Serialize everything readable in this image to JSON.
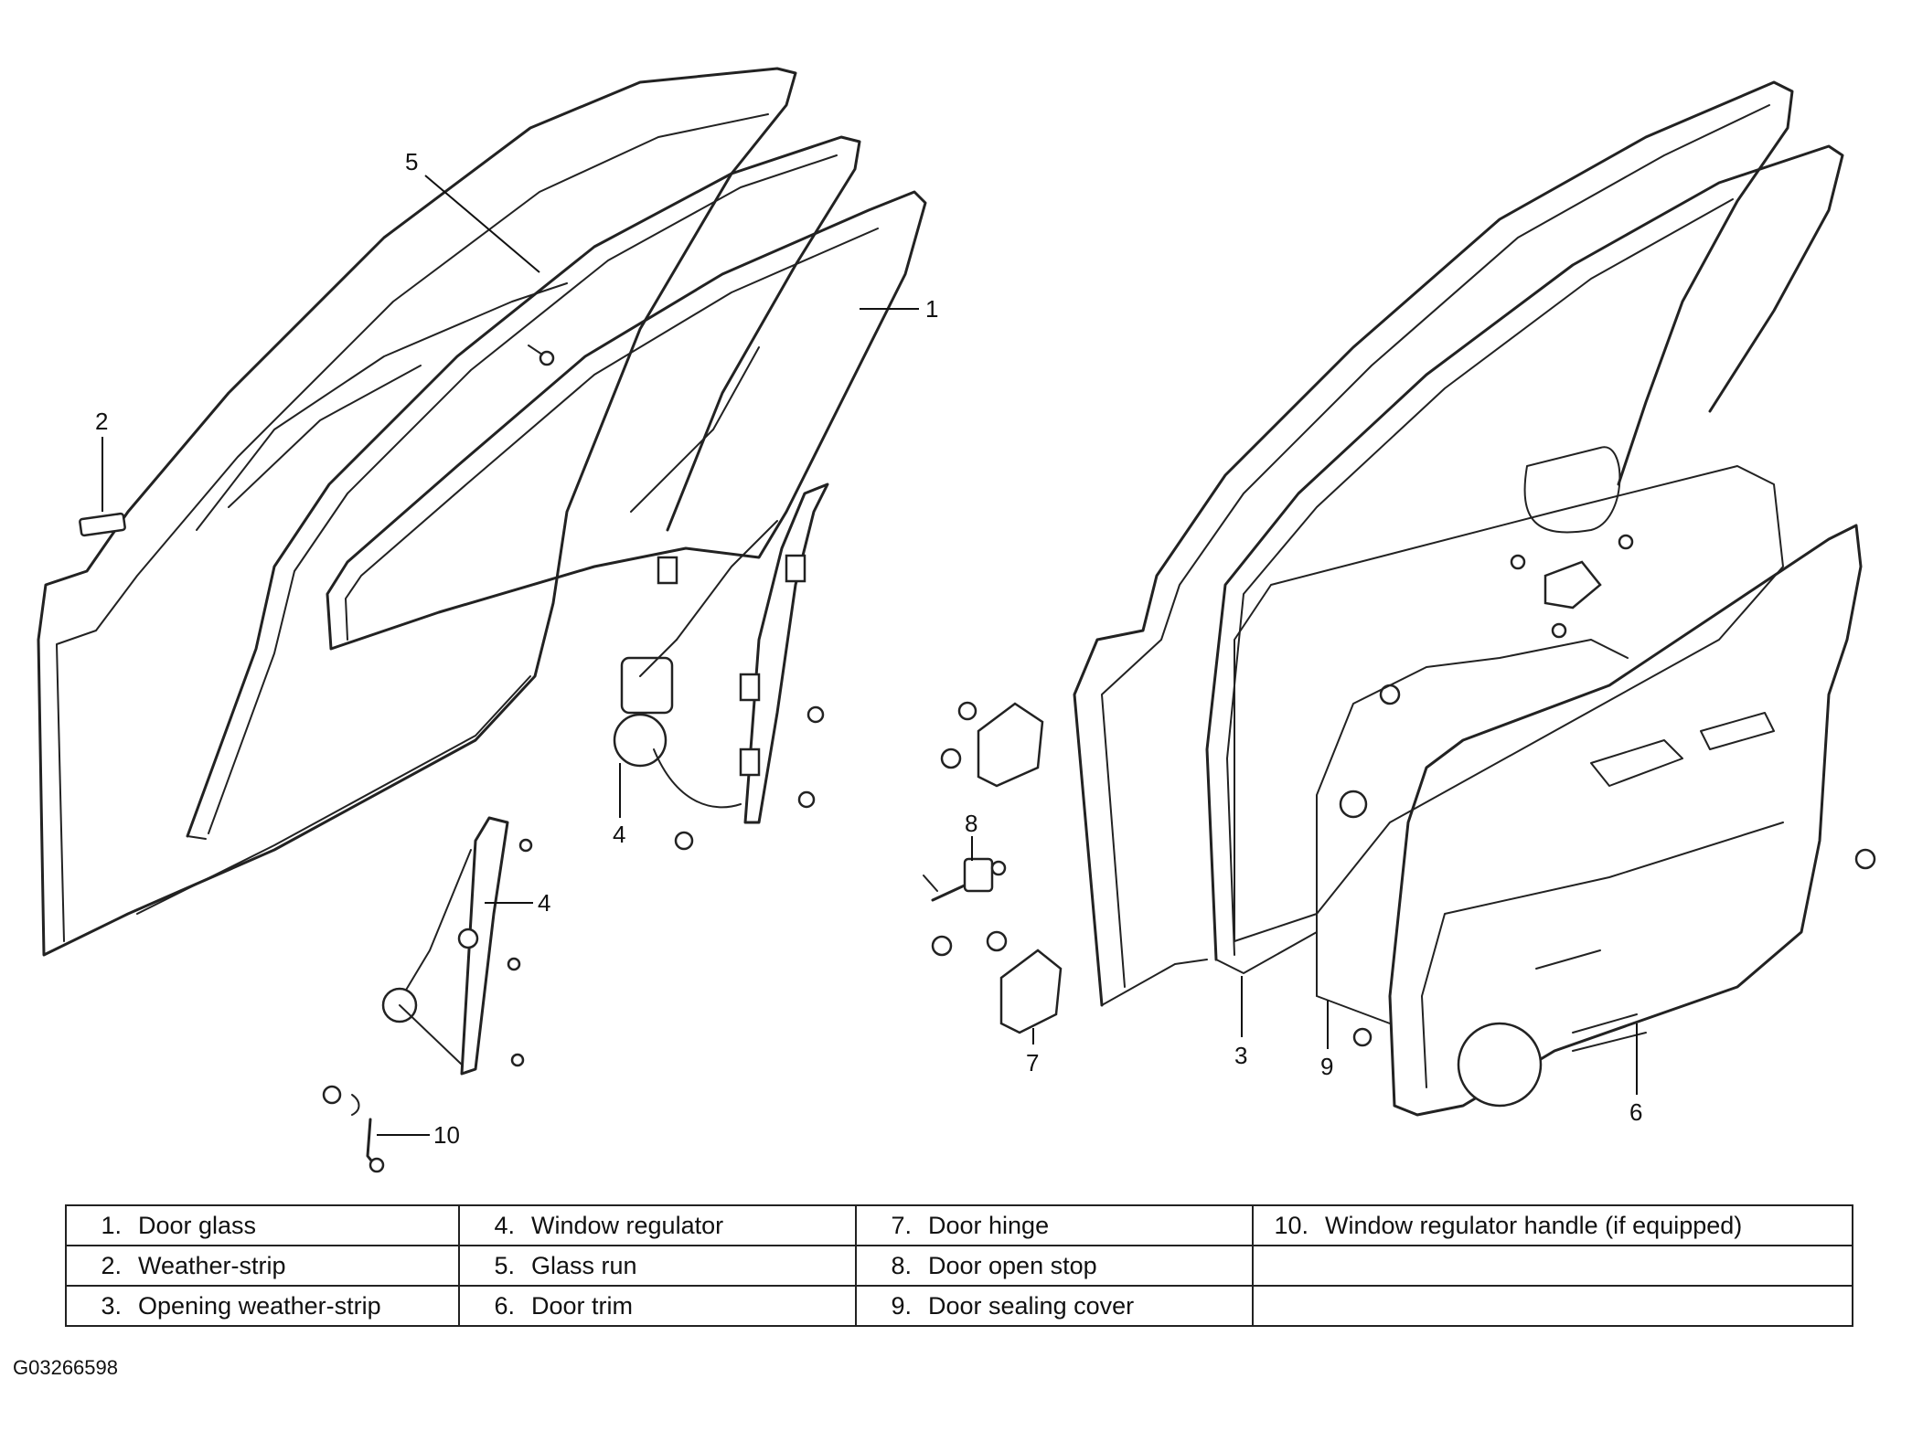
{
  "callouts": [
    "1",
    "2",
    "3",
    "4",
    "4",
    "5",
    "6",
    "7",
    "8",
    "9",
    "10"
  ],
  "legend": [
    [
      {
        "num": "1.",
        "label": "Door glass"
      },
      {
        "num": "4.",
        "label": "Window regulator"
      },
      {
        "num": "7.",
        "label": "Door hinge"
      },
      {
        "num": "10.",
        "label": "Window regulator handle (if equipped)"
      }
    ],
    [
      {
        "num": "2.",
        "label": "Weather-strip"
      },
      {
        "num": "5.",
        "label": "Glass run"
      },
      {
        "num": "8.",
        "label": "Door open stop"
      },
      {
        "num": "",
        "label": ""
      }
    ],
    [
      {
        "num": "3.",
        "label": "Opening weather-strip"
      },
      {
        "num": "6.",
        "label": "Door trim"
      },
      {
        "num": "9.",
        "label": "Door sealing cover"
      },
      {
        "num": "",
        "label": ""
      }
    ]
  ],
  "figure_code": "G03266598"
}
